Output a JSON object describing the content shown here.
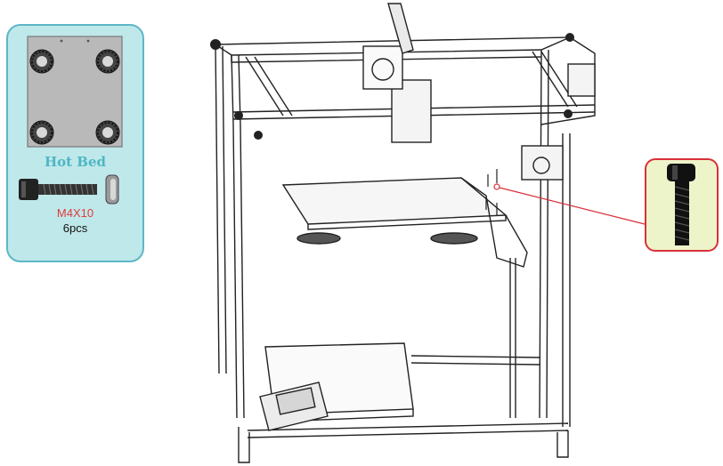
{
  "parts_card": {
    "title": "Hot Bed",
    "screw_size": "M4X10",
    "screw_qty": "6pcs"
  },
  "colors": {
    "card_background": "#bfe8ea",
    "card_border": "#5db7c7",
    "title": "#4eb6c4",
    "screw_size": "#e23b3b",
    "callout": "#d9303a",
    "zoom_background": "#eef4c9"
  },
  "icons": {
    "bed_plate": "hot-bed-plate-icon",
    "screw": "socket-head-screw-icon",
    "washer": "washer-icon",
    "printer": "core-xy-printer-frame-icon",
    "zoom_screw": "screw-closeup-icon"
  }
}
